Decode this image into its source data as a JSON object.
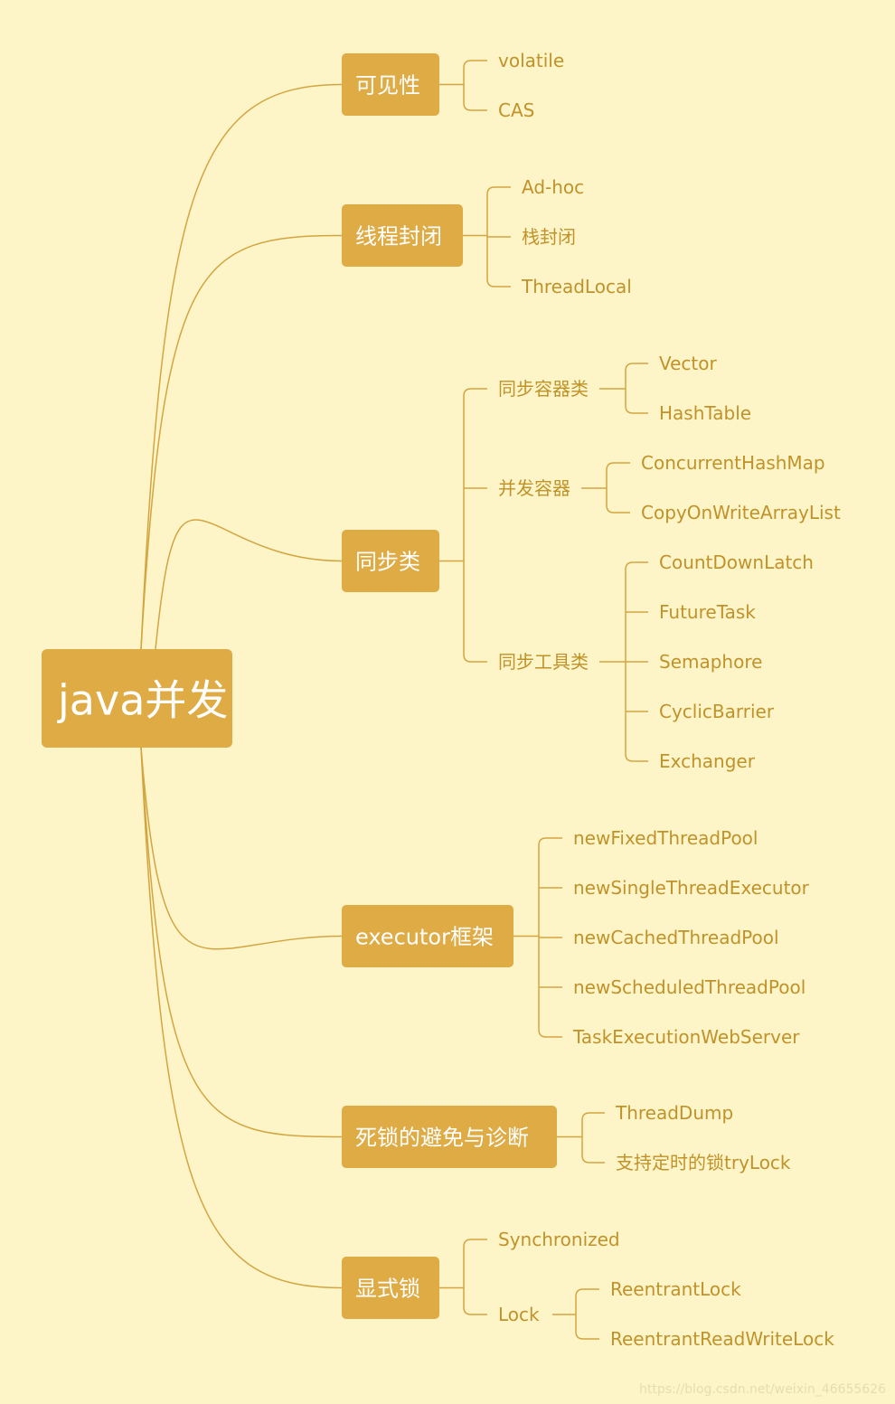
{
  "colors": {
    "background": "#fdf5c8",
    "node_fill": "#deab45",
    "line": "#d3a541",
    "leaf_text": "#c0922a"
  },
  "root": {
    "label": "java并发"
  },
  "branches": [
    {
      "label": "可见性",
      "children": [
        {
          "label": "volatile"
        },
        {
          "label": "CAS"
        }
      ]
    },
    {
      "label": "线程封闭",
      "children": [
        {
          "label": "Ad-hoc"
        },
        {
          "label": "栈封闭"
        },
        {
          "label": "ThreadLocal"
        }
      ]
    },
    {
      "label": "同步类",
      "children": [
        {
          "label": "同步容器类",
          "children": [
            {
              "label": "Vector"
            },
            {
              "label": "HashTable"
            }
          ]
        },
        {
          "label": "并发容器",
          "children": [
            {
              "label": "ConcurrentHashMap"
            },
            {
              "label": "CopyOnWriteArrayList"
            }
          ]
        },
        {
          "label": "同步工具类",
          "children": [
            {
              "label": "CountDownLatch"
            },
            {
              "label": "FutureTask"
            },
            {
              "label": "Semaphore"
            },
            {
              "label": "CyclicBarrier"
            },
            {
              "label": "Exchanger"
            }
          ]
        }
      ]
    },
    {
      "label": "executor框架",
      "children": [
        {
          "label": "newFixedThreadPool"
        },
        {
          "label": "newSingleThreadExecutor"
        },
        {
          "label": "newCachedThreadPool"
        },
        {
          "label": "newScheduledThreadPool"
        },
        {
          "label": "TaskExecutionWebServer"
        }
      ]
    },
    {
      "label": "死锁的避免与诊断",
      "children": [
        {
          "label": "ThreadDump"
        },
        {
          "label": "支持定时的锁tryLock"
        }
      ]
    },
    {
      "label": "显式锁",
      "children": [
        {
          "label": "Synchronized"
        },
        {
          "label": "Lock",
          "children": [
            {
              "label": "ReentrantLock"
            },
            {
              "label": "ReentrantReadWriteLock"
            }
          ]
        }
      ]
    }
  ],
  "watermark": "https://blog.csdn.net/weixin_46655626"
}
